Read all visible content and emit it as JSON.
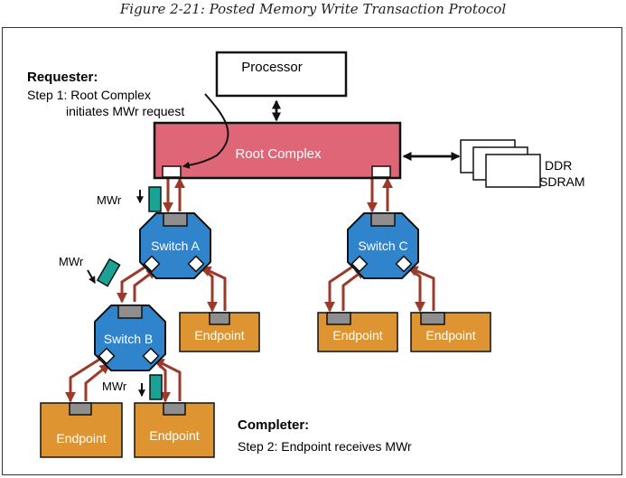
{
  "caption": "Figure 2-21: Posted Memory Write Transaction Protocol",
  "processor": "Processor",
  "root_complex": "Root Complex",
  "memory": {
    "line1": "DDR",
    "line2": "SDRAM"
  },
  "switches": {
    "a": "Switch A",
    "b": "Switch B",
    "c": "Switch C"
  },
  "endpoint_label": "Endpoint",
  "packet_label": "MWr",
  "requester": {
    "title": "Requester:",
    "line1": "Step 1: Root Complex",
    "line2": "initiates MWr request"
  },
  "completer": {
    "title": "Completer:",
    "line1": "Step 2: Endpoint receives MWr"
  },
  "colors": {
    "root_complex_fill": "#de6677",
    "switch_fill": "#2f84cc",
    "endpoint_fill": "#de9430",
    "link": "#9b3a2a",
    "port_gray": "#8e8e8e",
    "packet_teal": "#19a295"
  }
}
